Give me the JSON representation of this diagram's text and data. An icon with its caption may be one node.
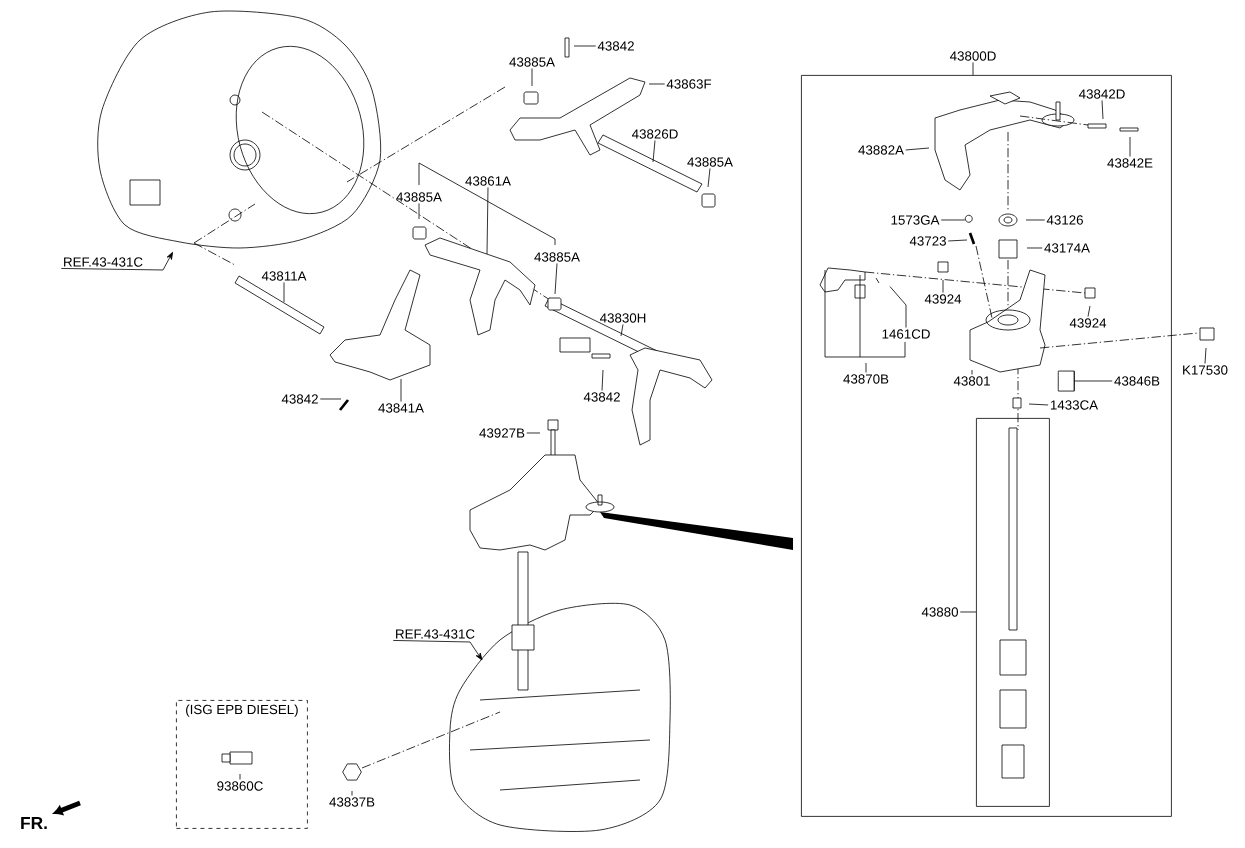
{
  "diagram": {
    "nodes": [
      {
        "text": [
          "43842"
        ]
      },
      {
        "text": [
          "43885A"
        ]
      },
      {
        "text": [
          "43863F"
        ]
      },
      {
        "text": [
          "43826D"
        ]
      },
      {
        "text": [
          "43885A"
        ]
      },
      {
        "text": [
          "43861A"
        ]
      },
      {
        "text": [
          "43885A"
        ]
      },
      {
        "text": [
          "REF.43-431C"
        ]
      },
      {
        "text": [
          "43885A"
        ]
      },
      {
        "text": [
          "43811A"
        ]
      },
      {
        "text": [
          "43830H"
        ]
      },
      {
        "text": [
          "43842"
        ]
      },
      {
        "text": [
          "43841A"
        ]
      },
      {
        "text": [
          "43842"
        ]
      },
      {
        "text": [
          "43927B"
        ]
      },
      {
        "text": [
          "REF.43-431C"
        ]
      },
      {
        "text": [
          "(ISG EPB DIESEL)"
        ]
      },
      {
        "text": [
          "93860C"
        ],
        "in": 16
      },
      {
        "text": [
          "43837B"
        ]
      },
      {
        "text": [
          "43800D"
        ]
      },
      {
        "text": [],
        "shape": "box"
      },
      {
        "text": [
          "43842D"
        ],
        "in": 20
      },
      {
        "text": [
          "43882A"
        ],
        "in": 20
      },
      {
        "text": [
          "43842E"
        ],
        "in": 20
      },
      {
        "text": [
          "1573GA"
        ],
        "in": 20
      },
      {
        "text": [
          "43126"
        ],
        "in": 20
      },
      {
        "text": [
          "43723"
        ],
        "in": 20
      },
      {
        "text": [
          "43174A"
        ],
        "in": 20
      },
      {
        "text": [
          "43924"
        ],
        "in": 20
      },
      {
        "text": [
          "43924"
        ],
        "in": 20
      },
      {
        "text": [
          "1461CD"
        ],
        "in": 20
      },
      {
        "text": [
          "43870B"
        ],
        "in": 20
      },
      {
        "text": [
          "43801"
        ],
        "in": 20
      },
      {
        "text": [
          "43846B"
        ],
        "in": 20
      },
      {
        "text": [
          "1433CA"
        ],
        "in": 20
      },
      {
        "text": [
          "K17530"
        ]
      },
      {
        "text": [
          "43880"
        ],
        "in": 20
      },
      {
        "text": [],
        "shape": "box",
        "in": 20
      },
      {
        "text": [],
        "shape": "circle",
        "in": 20
      },
      {
        "text": [],
        "shape": "cylinder",
        "in": 20
      }
    ],
    "edges": [
      {
        "from": 0,
        "to": null,
        "arrow": "none"
      },
      {
        "from": 1,
        "to": null,
        "arrow": "none"
      },
      {
        "from": 2,
        "to": null,
        "arrow": "none"
      },
      {
        "from": 3,
        "to": null,
        "arrow": "none"
      },
      {
        "from": 4,
        "to": null,
        "arrow": "none"
      },
      {
        "from": 5,
        "to": null,
        "arrow": "none"
      },
      {
        "from": 6,
        "to": null,
        "arrow": "none"
      },
      {
        "from": 7,
        "to": null,
        "arrow": "to"
      },
      {
        "from": 8,
        "to": null,
        "arrow": "none"
      },
      {
        "from": 9,
        "to": null,
        "arrow": "none"
      },
      {
        "from": 10,
        "to": null,
        "arrow": "none"
      },
      {
        "from": 11,
        "to": null,
        "arrow": "none"
      },
      {
        "from": 12,
        "to": null,
        "arrow": "none"
      },
      {
        "from": 13,
        "to": null,
        "arrow": "none"
      },
      {
        "from": 14,
        "to": null,
        "arrow": "none"
      },
      {
        "from": 15,
        "to": null,
        "arrow": "to"
      },
      {
        "from": 17,
        "to": null,
        "arrow": "none"
      },
      {
        "from": 18,
        "to": null,
        "arrow": "none"
      },
      {
        "from": 19,
        "to": 20,
        "arrow": "none"
      },
      {
        "from": 21,
        "to": null,
        "arrow": "none"
      },
      {
        "from": 22,
        "to": null,
        "arrow": "none"
      },
      {
        "from": 23,
        "to": null,
        "arrow": "none"
      },
      {
        "from": 24,
        "to": 38,
        "arrow": "none"
      },
      {
        "from": 25,
        "to": null,
        "arrow": "none"
      },
      {
        "from": 26,
        "to": null,
        "arrow": "none"
      },
      {
        "from": 27,
        "to": null,
        "arrow": "none"
      },
      {
        "from": 28,
        "to": null,
        "arrow": "none"
      },
      {
        "from": 29,
        "to": null,
        "arrow": "none"
      },
      {
        "from": 30,
        "to": null,
        "arrow": "none"
      },
      {
        "from": 31,
        "to": null,
        "arrow": "none"
      },
      {
        "from": 32,
        "to": null,
        "arrow": "none"
      },
      {
        "from": 33,
        "to": 39,
        "arrow": "none"
      },
      {
        "from": 34,
        "to": null,
        "arrow": "none"
      },
      {
        "from": 35,
        "to": null,
        "arrow": "none"
      },
      {
        "from": 36,
        "to": 37,
        "arrow": "none"
      }
    ],
    "labels": [
      "FR."
    ]
  }
}
